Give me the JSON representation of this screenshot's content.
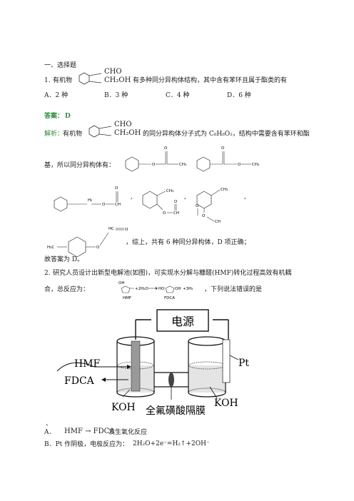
{
  "section": {
    "title": "一、选择题"
  },
  "q1": {
    "num": "1.",
    "stem_before": "有机物",
    "stem_after": "有多种同分异构体结构，其中含有苯环且属于酯类的有",
    "struct_top": "CHO",
    "struct_bottom": "CH₂OH",
    "options": [
      {
        "label": "A．2 种"
      },
      {
        "label": "B．3 种"
      },
      {
        "label": "C．4 种"
      },
      {
        "label": "D．6 种"
      }
    ],
    "answer_label": "答案：",
    "answer_value": "D",
    "analysis_label": "解析：",
    "analysis_p1_before": "有机物",
    "analysis_p1_after": "的同分异构体分子式为 C₈H₈O₂，结构中需要含有苯环和酯",
    "analysis_p2": "基，所以同分异构体有：",
    "conclusion": "，综上，共有 6 种同分异构体，D 项正确；",
    "therefore": "故答案为 D。",
    "struct_labels": {
      "ch3": "CH₃",
      "ch3_b": "CH₃",
      "ch": "CH",
      "h2c": "H₂",
      "o": "O",
      "h3c": "H₃C",
      "hc": "HC"
    }
  },
  "q2": {
    "num": "2.",
    "stem_line1": "研究人员设计出新型电解池(如图)，可实现水分解与糠醛(HMF)转化过程高效有机耦",
    "stem_line2_before": "合，总反应为：",
    "stem_line2_after": "，下列说法错误的是",
    "eq_left": "+2H₂O",
    "eq_right": "+3H₂",
    "eq_hmf": "HMF",
    "eq_fdca": "FDCA",
    "eq_oh": "OH",
    "eq_ho": "HO",
    "diagram": {
      "power": "电源",
      "pt": "Pt",
      "hmf": "HMF",
      "fdca": "FDCA",
      "koh_left": "KOH",
      "koh_right": "KOH",
      "membrane": "全氟磺酸隔膜"
    },
    "tick": "、",
    "optA_label": "A．",
    "optA_formula": "HMF → FDCA",
    "optA_text": "发生氧化反应",
    "optB_label": "B．Pt 作阴极，电极反应为：",
    "optB_formula": "2H₂O+2e⁻=H₂↑+2OH⁻"
  }
}
